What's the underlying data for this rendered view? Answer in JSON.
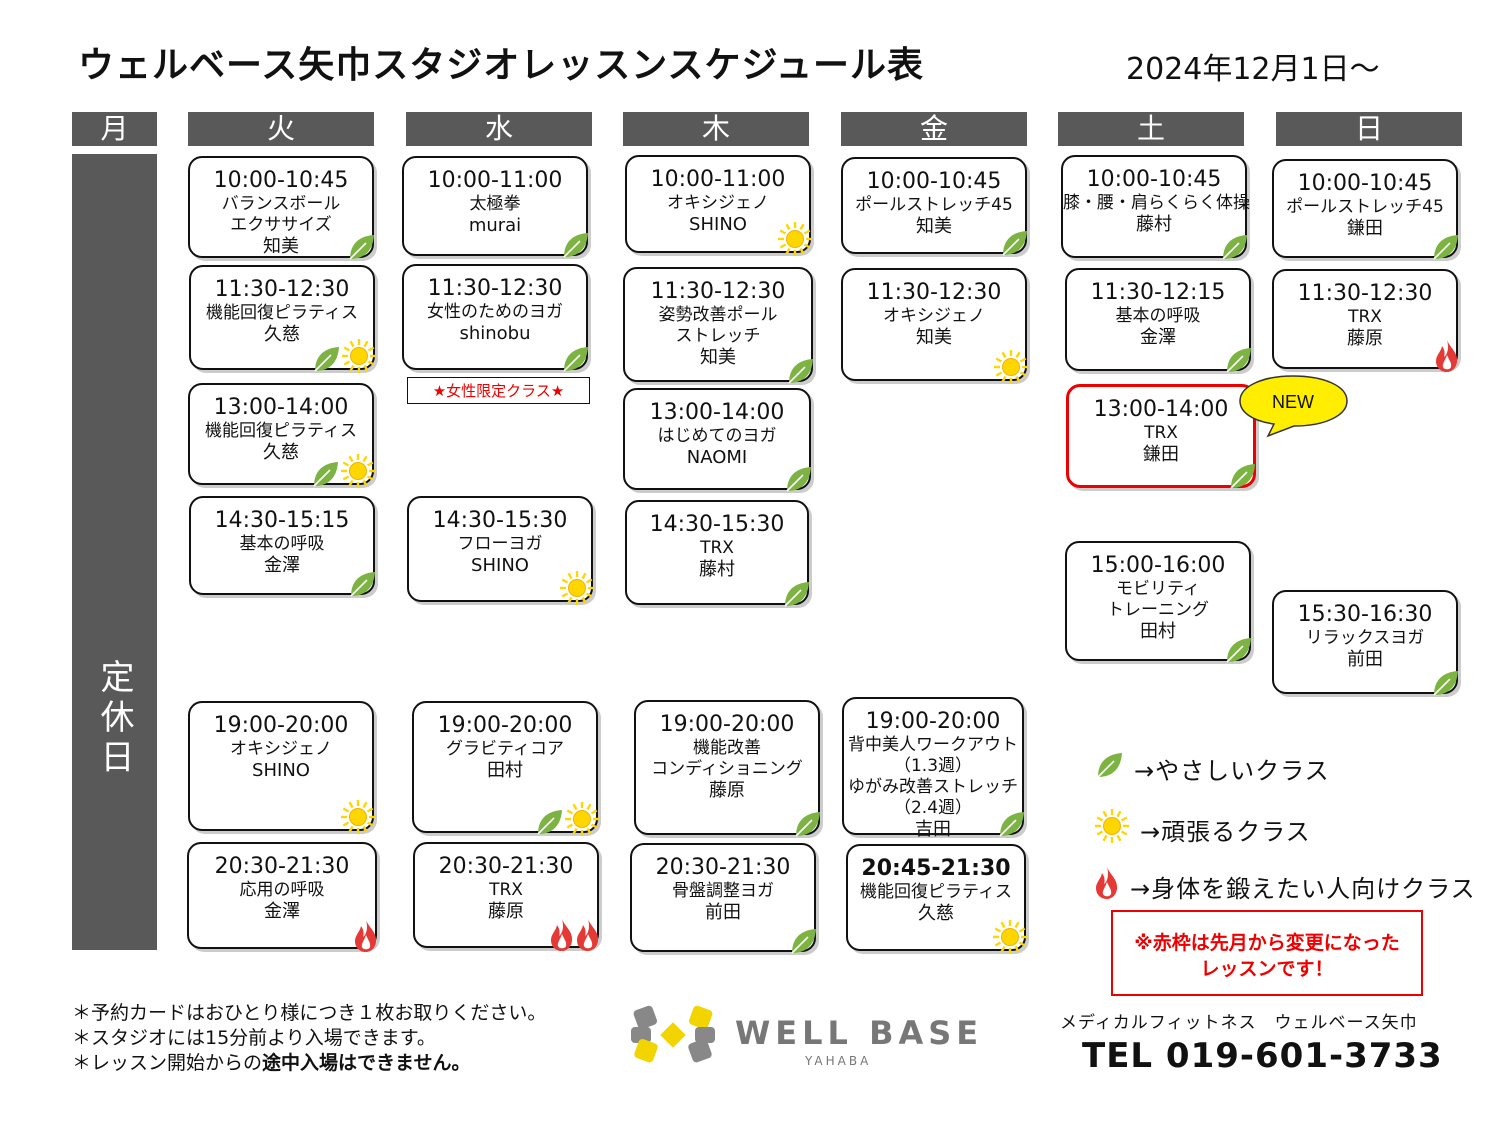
{
  "title": "ウェルベース矢巾スタジオレッスンスケジュール表",
  "date": "2024年12月1日〜",
  "days": [
    "月",
    "火",
    "水",
    "木",
    "金",
    "土",
    "日"
  ],
  "closed_label": "定休日",
  "women_only_label": "★女性限定クラス★",
  "new_label": "NEW",
  "classes": [
    {
      "time": "10:00-10:45",
      "name": "バランスボール\nエクササイズ",
      "instructor": "知美",
      "icons": [
        "leaf"
      ]
    },
    {
      "time": "11:30-12:30",
      "name": "機能回復ピラティス",
      "instructor": "久慈",
      "icons": [
        "leaf",
        "sun"
      ]
    },
    {
      "time": "13:00-14:00",
      "name": "機能回復ピラティス",
      "instructor": "久慈",
      "icons": [
        "leaf",
        "sun"
      ]
    },
    {
      "time": "14:30-15:15",
      "name": "基本の呼吸",
      "instructor": "金澤",
      "icons": [
        "leaf"
      ]
    },
    {
      "time": "19:00-20:00",
      "name": "オキシジェノ",
      "instructor": "SHINO",
      "icons": [
        "sun"
      ]
    },
    {
      "time": "20:30-21:30",
      "name": "応用の呼吸",
      "instructor": "金澤",
      "icons": [
        "fire"
      ]
    },
    {
      "time": "10:00-11:00",
      "name": "太極拳",
      "instructor": "murai",
      "icons": [
        "leaf"
      ]
    },
    {
      "time": "11:30-12:30",
      "name": "女性のためのヨガ",
      "instructor": "shinobu",
      "icons": [
        "leaf"
      ]
    },
    {
      "time": "14:30-15:30",
      "name": "フローヨガ",
      "instructor": "SHINO",
      "icons": [
        "sun"
      ]
    },
    {
      "time": "19:00-20:00",
      "name": "グラビティコア",
      "instructor": "田村",
      "icons": [
        "leaf",
        "sun"
      ]
    },
    {
      "time": "20:30-21:30",
      "name": "TRX",
      "instructor": "藤原",
      "icons": [
        "fire",
        "fire"
      ]
    },
    {
      "time": "10:00-11:00",
      "name": "オキシジェノ",
      "instructor": "SHINO",
      "icons": [
        "sun"
      ]
    },
    {
      "time": "11:30-12:30",
      "name": "姿勢改善ポール\nストレッチ",
      "instructor": "知美",
      "icons": [
        "leaf"
      ]
    },
    {
      "time": "13:00-14:00",
      "name": "はじめてのヨガ",
      "instructor": "NAOMI",
      "icons": [
        "leaf"
      ]
    },
    {
      "time": "14:30-15:30",
      "name": "TRX",
      "instructor": "藤村",
      "icons": [
        "leaf"
      ]
    },
    {
      "time": "19:00-20:00",
      "name": "機能改善\nコンディショニング",
      "instructor": "藤原",
      "icons": [
        "leaf"
      ]
    },
    {
      "time": "20:30-21:30",
      "name": "骨盤調整ヨガ",
      "instructor": "前田",
      "icons": [
        "leaf"
      ]
    },
    {
      "time": "10:00-10:45",
      "name": "ポールストレッチ45",
      "instructor": "知美",
      "icons": [
        "leaf"
      ]
    },
    {
      "time": "11:30-12:30",
      "name": "オキシジェノ",
      "instructor": "知美",
      "icons": [
        "sun"
      ]
    },
    {
      "time": "19:00-20:00",
      "name": "背中美人ワークアウト\n（1.3週）\nゆがみ改善ストレッチ\n（2.4週）",
      "instructor": "吉田",
      "icons": [
        "leaf"
      ]
    },
    {
      "time": "20:45-21:30",
      "name": "機能回復ピラティス",
      "instructor": "久慈",
      "icons": [
        "sun"
      ]
    },
    {
      "time": "10:00-10:45",
      "name": "膝・腰・肩らくらく体操",
      "instructor": "藤村",
      "icons": [
        "leaf"
      ]
    },
    {
      "time": "11:30-12:15",
      "name": "基本の呼吸",
      "instructor": "金澤",
      "icons": [
        "leaf"
      ]
    },
    {
      "time": "13:00-14:00",
      "name": "TRX",
      "instructor": "鎌田",
      "icons": [
        "leaf"
      ]
    },
    {
      "time": "15:00-16:00",
      "name": "モビリティ\nトレーニング",
      "instructor": "田村",
      "icons": [
        "leaf"
      ]
    },
    {
      "time": "10:00-10:45",
      "name": "ポールストレッチ45",
      "instructor": "鎌田",
      "icons": [
        "leaf"
      ]
    },
    {
      "time": "11:30-12:30",
      "name": "TRX",
      "instructor": "藤原",
      "icons": [
        "fire"
      ]
    },
    {
      "time": "15:30-16:30",
      "name": "リラックスヨガ",
      "instructor": "前田",
      "icons": [
        "leaf"
      ]
    }
  ],
  "legend": [
    {
      "icon": "leaf",
      "label": "→やさしいクラス"
    },
    {
      "icon": "sun",
      "label": "→頑張るクラス"
    },
    {
      "icon": "fire",
      "label": "→身体を鍛えたい人向けクラス"
    }
  ],
  "notice": "※赤枠は先月から変更になった\nレッスンです！",
  "footnotes": {
    "line1": "＊予約カードはおひとり様につき１枚お取りください。",
    "line2": "＊スタジオには15分前より入場できます。",
    "line3_prefix": "＊レッスン開始からの",
    "line3_bold": "途中入場はできません。"
  },
  "brand": {
    "name": "WELL BASE",
    "sub": "YAHABA"
  },
  "company": "メディカルフィットネス　ウェルベース矢巾",
  "tel": "TEL 019-601-3733",
  "colors": {
    "header_bg": "#595959",
    "leaf": "#7cb342",
    "sun": "#ffd600",
    "fire": "#e53935",
    "highlight": "#e00000",
    "bubble": "#ffee00"
  }
}
